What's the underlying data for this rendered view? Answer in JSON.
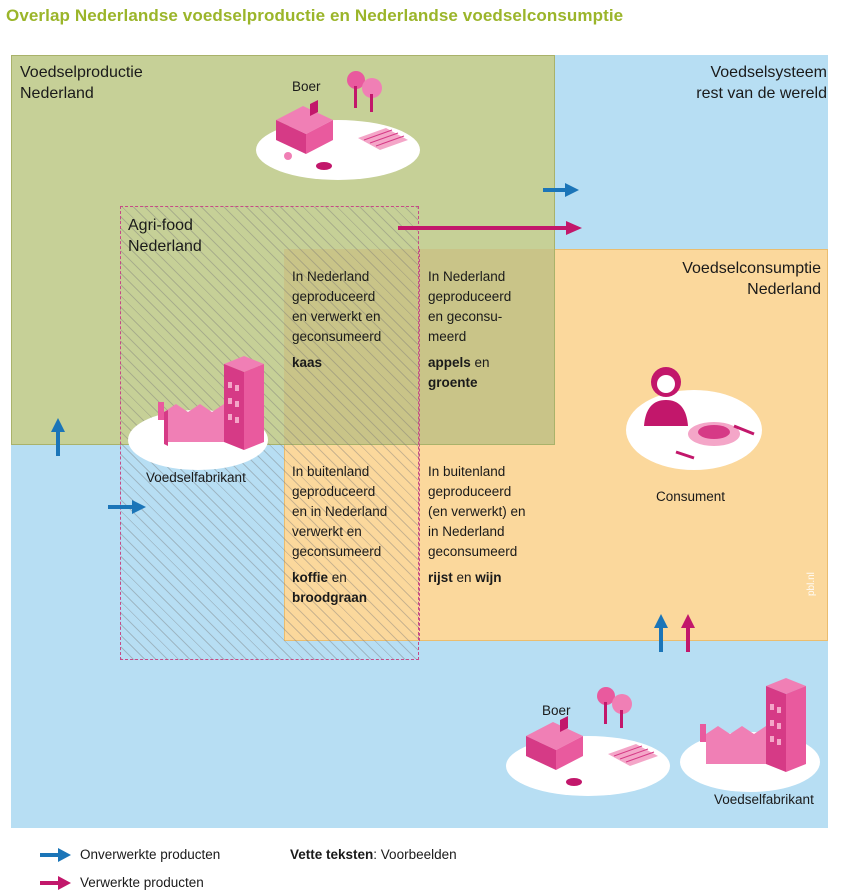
{
  "title": "Overlap Nederlandse voedselproductie en Nederlandse voedselconsumptie",
  "regions": {
    "production": "Voedselproductie\nNederland",
    "world": "Voedselsysteem\nrest van de wereld",
    "agrifood": "Agri-food\nNederland",
    "consumption": "Voedselconsumptie\nNederland"
  },
  "cells": {
    "top_left": {
      "text": "In Nederland\ngeproduceerd\nen verwerkt en\ngeconsumeerd",
      "example": [
        {
          "t": "kaas",
          "b": true
        }
      ]
    },
    "top_right": {
      "text": "In Nederland\ngeproduceerd\nen geconsu-\nmeerd",
      "example": [
        {
          "t": "appels",
          "b": true
        },
        {
          "t": " en",
          "b": false
        },
        {
          "t": "\n",
          "b": false
        },
        {
          "t": "groente",
          "b": true
        }
      ]
    },
    "bottom_left": {
      "text": "In buitenland\ngeproduceerd\nen in Nederland\nverwerkt en\ngeconsumeerd",
      "example": [
        {
          "t": "koffie",
          "b": true
        },
        {
          "t": " en",
          "b": false
        },
        {
          "t": "\n",
          "b": false
        },
        {
          "t": "broodgraan",
          "b": true
        }
      ]
    },
    "bottom_right": {
      "text": "In buitenland\ngeproduceerd\n(en verwerkt) en\nin Nederland\ngeconsumeerd",
      "example": [
        {
          "t": "rijst",
          "b": true
        },
        {
          "t": " en ",
          "b": false
        },
        {
          "t": "wijn",
          "b": true
        }
      ]
    }
  },
  "icons": {
    "farmer_top": "Boer",
    "factory_left": "Voedselfabrikant",
    "consumer": "Consument",
    "farmer_bottom": "Boer",
    "factory_bottom": "Voedselfabrikant"
  },
  "legend": {
    "unprocessed": "Onverwerkte producten",
    "processed": "Verwerkte producten",
    "bold_label": "Vette teksten",
    "bold_rest": ": Voorbeelden"
  },
  "watermark": "pbl.nl",
  "colors": {
    "title": "#9bb52a",
    "world": "#b7def3",
    "production": "#c6d097",
    "consumption": "#fbd89c",
    "unprocessed_arrow": "#1b75b8",
    "processed_arrow": "#c2176b"
  }
}
